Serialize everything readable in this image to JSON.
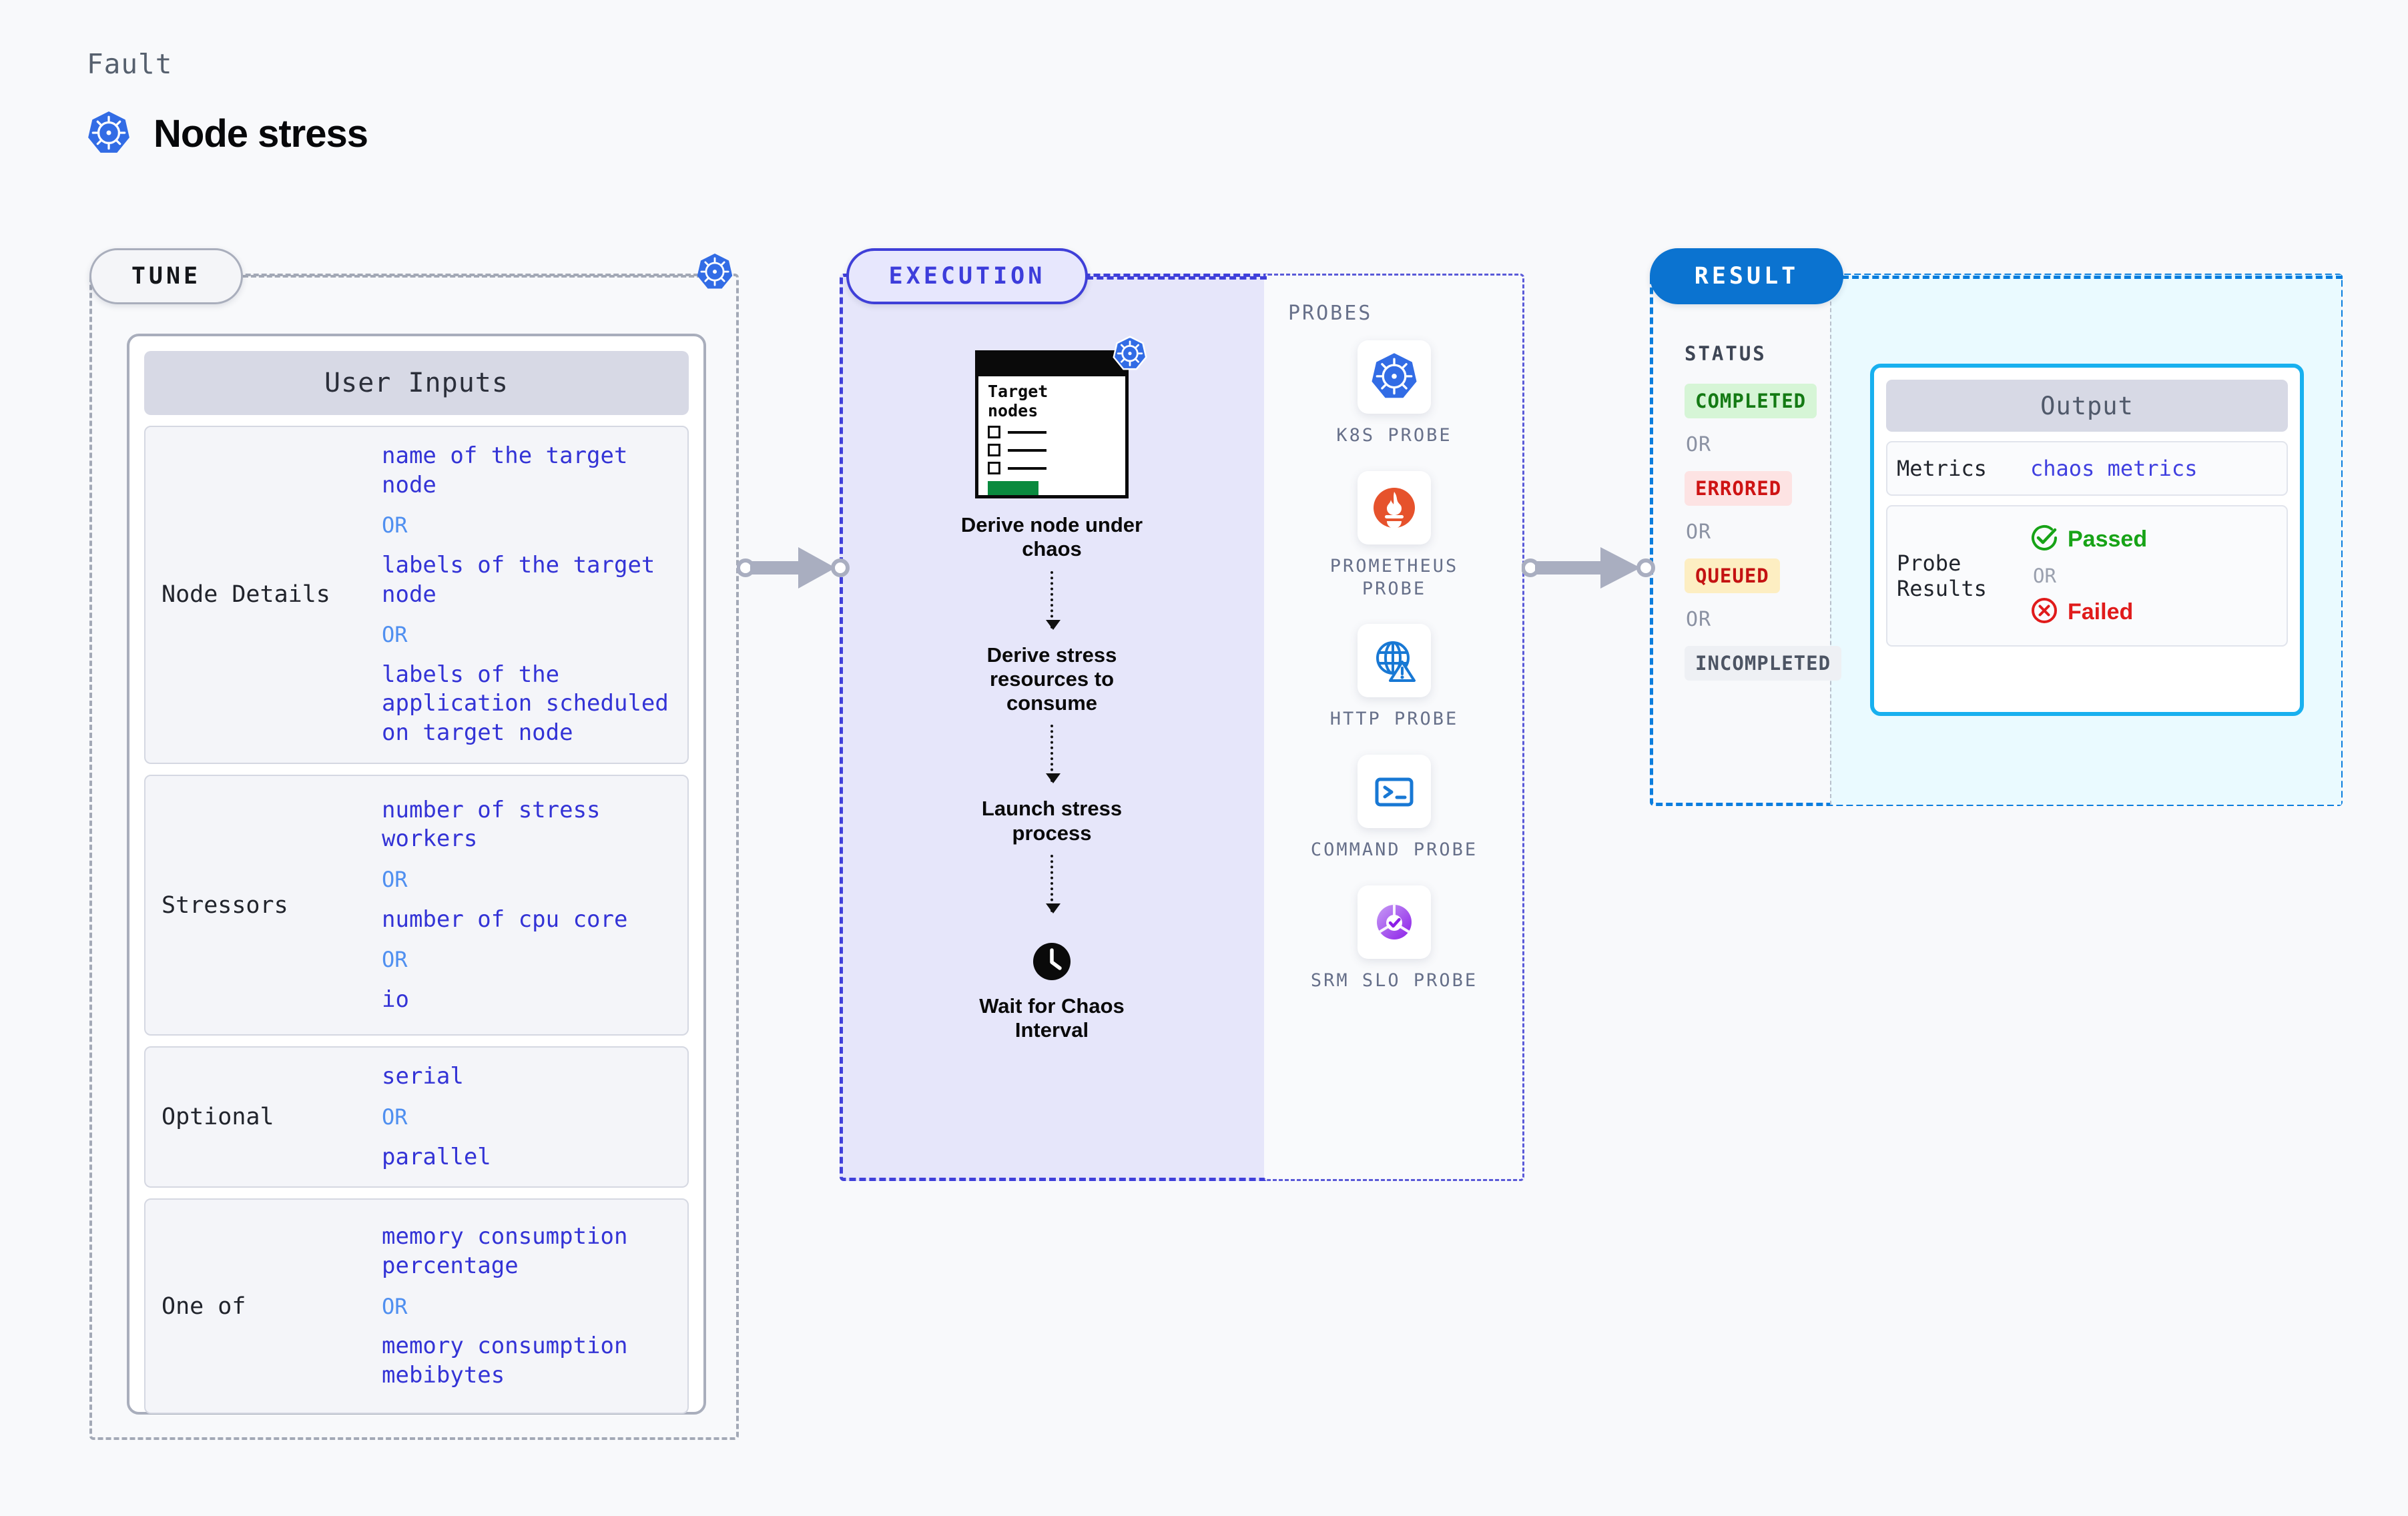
{
  "header": {
    "fault_label": "Fault",
    "fault_title": "Node stress",
    "k8s_icon": "kubernetes-icon"
  },
  "tune": {
    "badge": "TUNE",
    "card_title": "User Inputs",
    "rows": [
      {
        "label": "Node Details",
        "values": [
          "name of the target node",
          "labels of the target node",
          "labels of the application scheduled on target node"
        ],
        "or_label": "OR"
      },
      {
        "label": "Stressors",
        "values": [
          "number of stress workers",
          "number of cpu core",
          "io"
        ],
        "or_label": "OR"
      },
      {
        "label": "Optional",
        "values": [
          "serial",
          "parallel"
        ],
        "or_label": "OR"
      },
      {
        "label": "One of",
        "values": [
          "memory consumption percentage",
          "memory consumption mebibytes"
        ],
        "or_label": "OR"
      }
    ]
  },
  "execution": {
    "badge": "EXECUTION",
    "target_card": {
      "title_line1": "Target",
      "title_line2": "nodes",
      "k8s_icon": "kubernetes-icon"
    },
    "steps": [
      "Derive node under chaos",
      "Derive stress resources to consume",
      "Launch stress process",
      "Wait for Chaos Interval"
    ],
    "clock_icon": "clock-icon"
  },
  "probes": {
    "title": "PROBES",
    "items": [
      {
        "name": "K8S PROBE",
        "icon": "kubernetes-icon"
      },
      {
        "name": "PROMETHEUS PROBE",
        "icon": "prometheus-icon"
      },
      {
        "name": "HTTP PROBE",
        "icon": "globe-warning-icon"
      },
      {
        "name": "COMMAND PROBE",
        "icon": "terminal-icon"
      },
      {
        "name": "SRM SLO PROBE",
        "icon": "slo-donut-check-icon"
      }
    ]
  },
  "result": {
    "badge": "RESULT",
    "status_title": "STATUS",
    "or_label": "OR",
    "statuses": [
      {
        "label": "COMPLETED",
        "bg": "#d6f5d6",
        "fg": "#137a13"
      },
      {
        "label": "ERRORED",
        "bg": "#fde3e3",
        "fg": "#ce1313"
      },
      {
        "label": "QUEUED",
        "bg": "#fdeec2",
        "fg": "#c41212"
      },
      {
        "label": "INCOMPLETED",
        "bg": "#eef0f4",
        "fg": "#4c5463"
      }
    ],
    "output": {
      "title": "Output",
      "metrics_label": "Metrics",
      "metrics_value": "chaos metrics",
      "probe_results_label": "Probe Results",
      "passed_label": "Passed",
      "failed_label": "Failed",
      "or_label": "OR",
      "passed_icon": "check-circle-icon",
      "failed_icon": "x-circle-icon"
    }
  },
  "colors": {
    "background": "#f8f9fb",
    "tune_border": "#a3a9b6",
    "execution_border": "#4040da",
    "execution_fill": "#e6e6fa",
    "result_border": "#0b7ede",
    "result_fill": "#eafaff",
    "value_blue": "#3333d6",
    "or_blue": "#4f8ff0",
    "passed_green": "#17a317",
    "failed_red": "#e01b1b"
  }
}
